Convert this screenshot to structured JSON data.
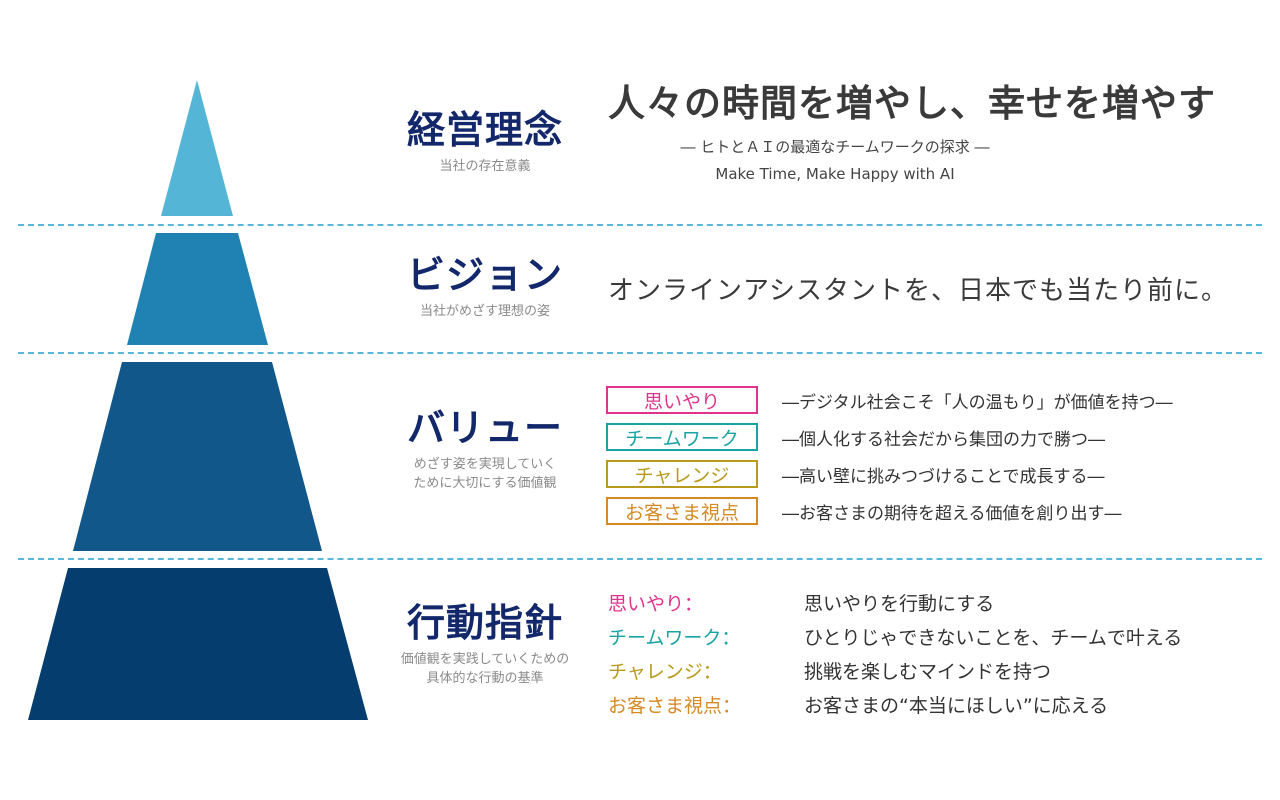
{
  "colors": {
    "tier1": "#55b5d6",
    "tier2": "#1f82b2",
    "tier3": "#11578a",
    "tier4": "#053d6e",
    "heading": "#13286b",
    "pink": "#e0338c",
    "teal": "#1aa3a3",
    "olive": "#b79a1b",
    "orange": "#d58a23"
  },
  "philosophy": {
    "heading": "経営理念",
    "sub": "当社の存在意義",
    "title": "人々の時間を増やし、幸せを増やす",
    "subtitle_ja": "― ヒトとＡＩの最適なチームワークの探求 ―",
    "subtitle_en": "Make Time, Make Happy with AI"
  },
  "vision": {
    "heading": "ビジョン",
    "sub": "当社がめざす理想の姿",
    "text": "オンラインアシスタントを、日本でも当たり前に。"
  },
  "values": {
    "heading": "バリュー",
    "sub_line1": "めざす姿を実現していく",
    "sub_line2": "ために大切にする価値観",
    "items": [
      {
        "label": "思いやり",
        "desc": "―デジタル社会こそ「人の温もり」が価値を持つ―"
      },
      {
        "label": "チームワーク",
        "desc": "―個人化する社会だから集団の力で勝つ―"
      },
      {
        "label": "チャレンジ",
        "desc": "―高い壁に挑みつづけることで成長する―"
      },
      {
        "label": "お客さま視点",
        "desc": "―お客さまの期待を超える価値を創り出す―"
      }
    ]
  },
  "actions": {
    "heading": "行動指針",
    "sub_line1": "価値観を実践していくための",
    "sub_line2": "具体的な行動の基準",
    "items": [
      {
        "label": "思いやり：",
        "desc": "思いやりを行動にする"
      },
      {
        "label": "チームワーク：",
        "desc": "ひとりじゃできないことを、チームで叶える"
      },
      {
        "label": "チャレンジ：",
        "desc": "挑戦を楽しむマインドを持つ"
      },
      {
        "label": "お客さま視点：",
        "desc": "お客さまの“本当にほしい”に応える"
      }
    ]
  }
}
